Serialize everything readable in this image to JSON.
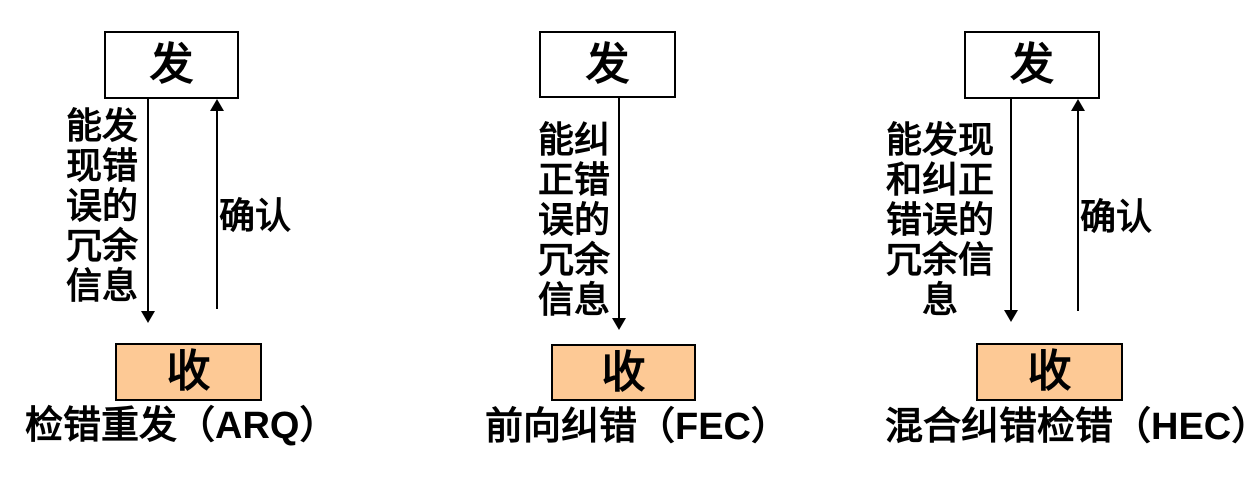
{
  "colors": {
    "background": "#ffffff",
    "box_border": "#000000",
    "sender_box_fill": "#ffffff",
    "receiver_box_fill": "#fdc995",
    "text": "#000000"
  },
  "diagrams": [
    {
      "name": "ARQ",
      "sender_label": "发",
      "receiver_label": "收",
      "channel_label": "能发\n现错\n误的\n冗余\n信息",
      "ack_label": "确认",
      "caption": "检错重发（ARQ）"
    },
    {
      "name": "FEC",
      "sender_label": "发",
      "receiver_label": "收",
      "channel_label": "能纠\n正错\n误的\n冗余\n信息",
      "caption": "前向纠错（FEC）"
    },
    {
      "name": "HEC",
      "sender_label": "发",
      "receiver_label": "收",
      "channel_label": "能发现\n和纠正\n错误的\n冗余信\n息",
      "ack_label": "确认",
      "caption": "混合纠错检错（HEC）"
    }
  ]
}
